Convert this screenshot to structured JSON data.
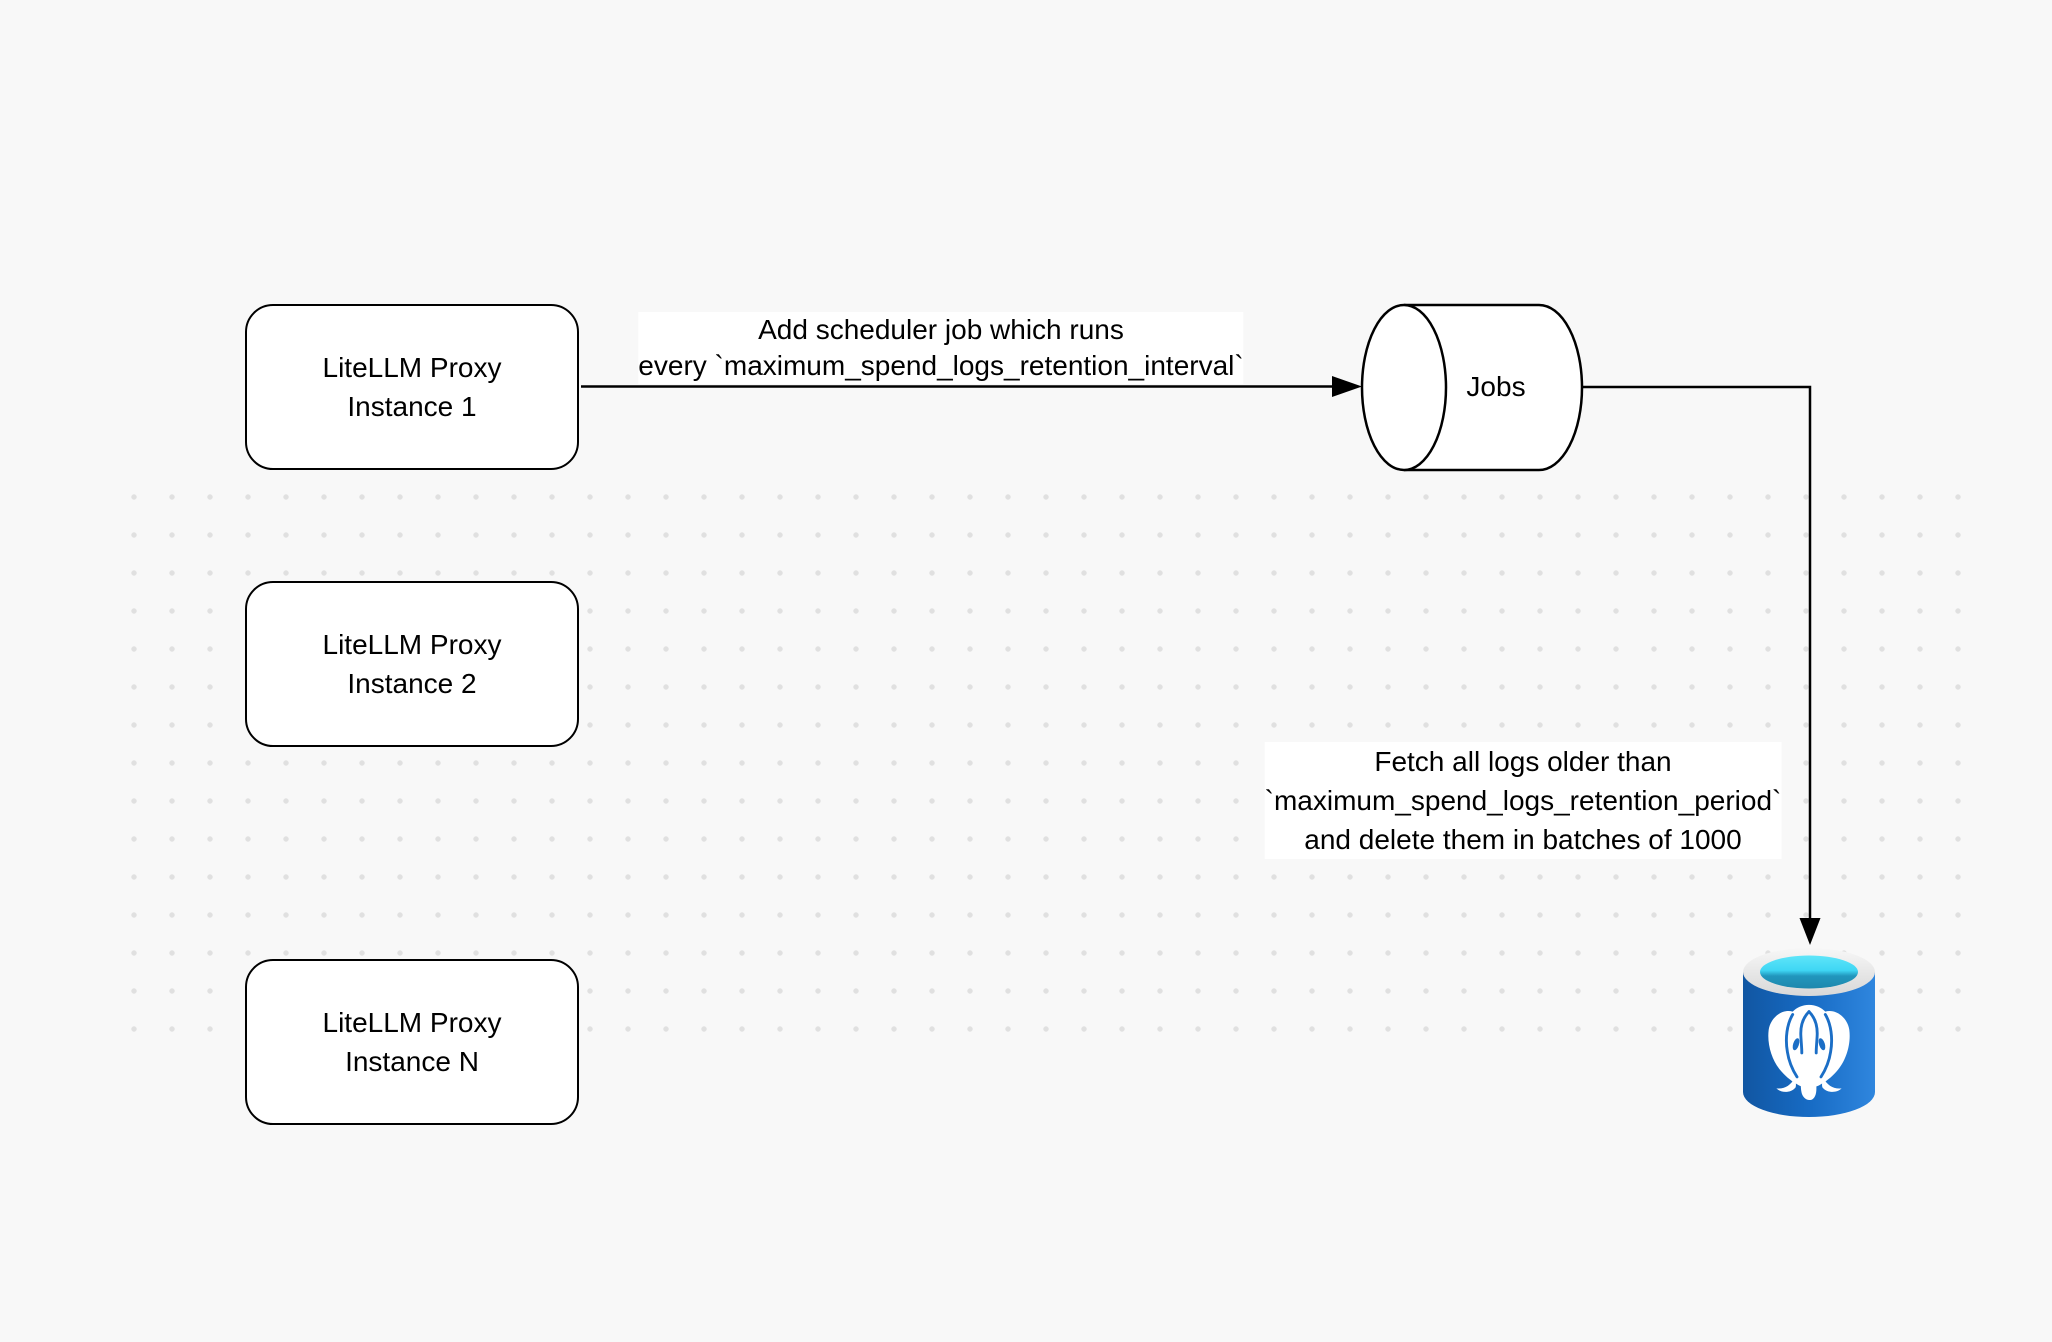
{
  "canvas": {
    "background_color": "#f8f8f8",
    "dot_color": "#e0e0e0",
    "stroke_color": "#000000",
    "node_fill_color": "#ffffff",
    "label_background_color": "#ffffff"
  },
  "nodes": {
    "proxy1": {
      "line1": "LiteLLM Proxy",
      "line2": "Instance 1"
    },
    "proxy2": {
      "line1": "LiteLLM Proxy",
      "line2": "Instance 2"
    },
    "proxyN": {
      "line1": "LiteLLM Proxy",
      "line2": "Instance N"
    },
    "jobs": {
      "label": "Jobs",
      "shape": "horizontal-cylinder"
    },
    "database": {
      "icon": "postgresql-icon",
      "body_color_left": "#1156a2",
      "body_color_right": "#2f86de",
      "rim_color": "#ededed",
      "water_color_top": "#5ee5f9",
      "water_color_bottom": "#1e88ad",
      "elephant_color": "#ffffff"
    }
  },
  "edges": {
    "scheduler": {
      "line1": "Add scheduler job which runs",
      "line2": "every `maximum_spend_logs_retention_interval`"
    },
    "fetch": {
      "line1": "Fetch all logs older than",
      "line2": "`maximum_spend_logs_retention_period`",
      "line3": "and delete them in batches of 1000"
    }
  }
}
